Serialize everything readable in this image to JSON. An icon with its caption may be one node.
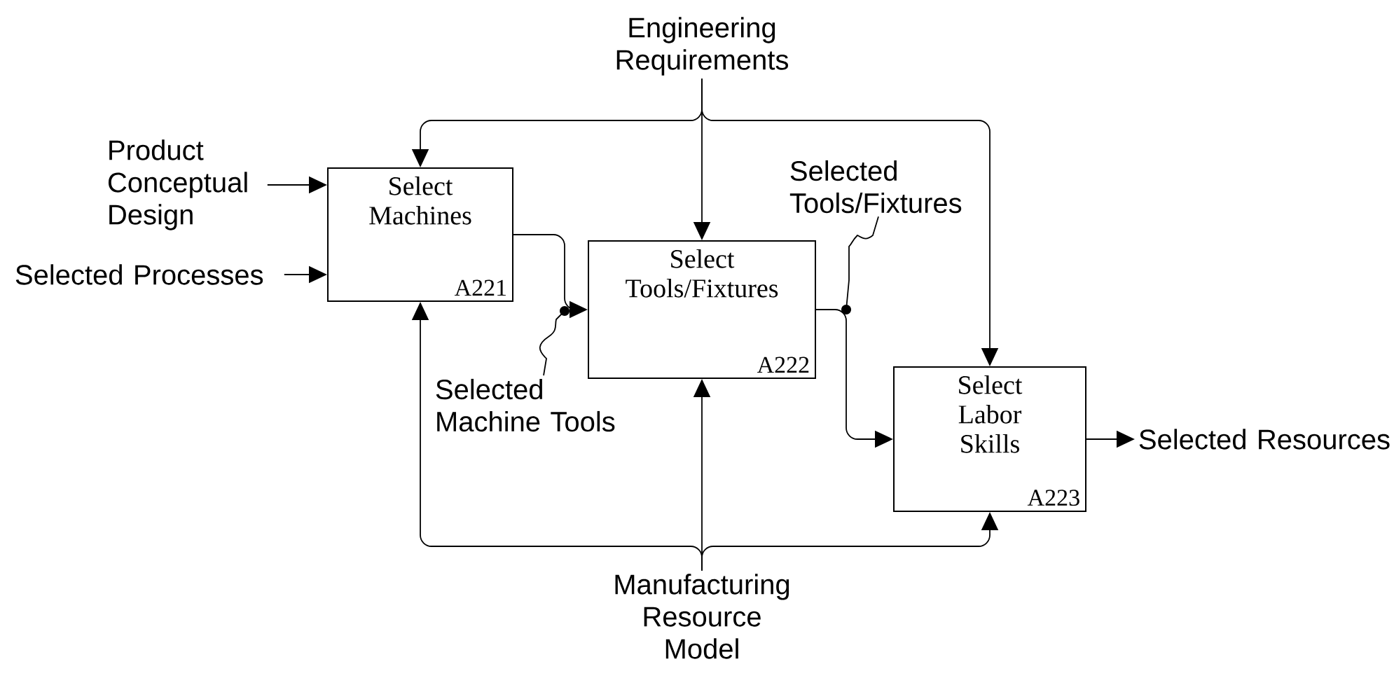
{
  "diagram": {
    "nodes": [
      {
        "text": [
          "Select Machines",
          "A221"
        ]
      },
      {
        "text": [
          "Select Tools/Fixtures",
          "A222"
        ]
      },
      {
        "text": [
          "Select Labor Skills",
          "A223"
        ]
      },
      {
        "text": [
          "Product Conceptual Design"
        ]
      },
      {
        "text": [
          "Selected Processes"
        ]
      },
      {
        "text": [
          "Engineering Requirements"
        ]
      },
      {
        "text": [
          "Manufacturing Resource Model"
        ]
      },
      {
        "text": [
          "Selected Resources"
        ]
      },
      {
        "text": [
          "Selected Machine Tools"
        ]
      },
      {
        "text": [
          "Selected Tools/Fixtures"
        ]
      }
    ],
    "edges": [
      {
        "from": 3,
        "to": 0,
        "arrow": "to"
      },
      {
        "from": 4,
        "to": 0,
        "arrow": "to"
      },
      {
        "from": 5,
        "to": 0,
        "arrow": "to"
      },
      {
        "from": 5,
        "to": 1,
        "arrow": "to"
      },
      {
        "from": 5,
        "to": 2,
        "arrow": "to"
      },
      {
        "from": 6,
        "to": 0,
        "arrow": "to"
      },
      {
        "from": 6,
        "to": 1,
        "arrow": "to"
      },
      {
        "from": 6,
        "to": 2,
        "arrow": "to"
      },
      {
        "from": 0,
        "to": 1,
        "arrow": "to"
      },
      {
        "from": 1,
        "to": 2,
        "arrow": "to"
      },
      {
        "from": 2,
        "to": 7,
        "arrow": "to"
      },
      {
        "from": 8,
        "to": null,
        "arrow": "other"
      },
      {
        "from": 9,
        "to": null,
        "arrow": "other"
      }
    ]
  }
}
